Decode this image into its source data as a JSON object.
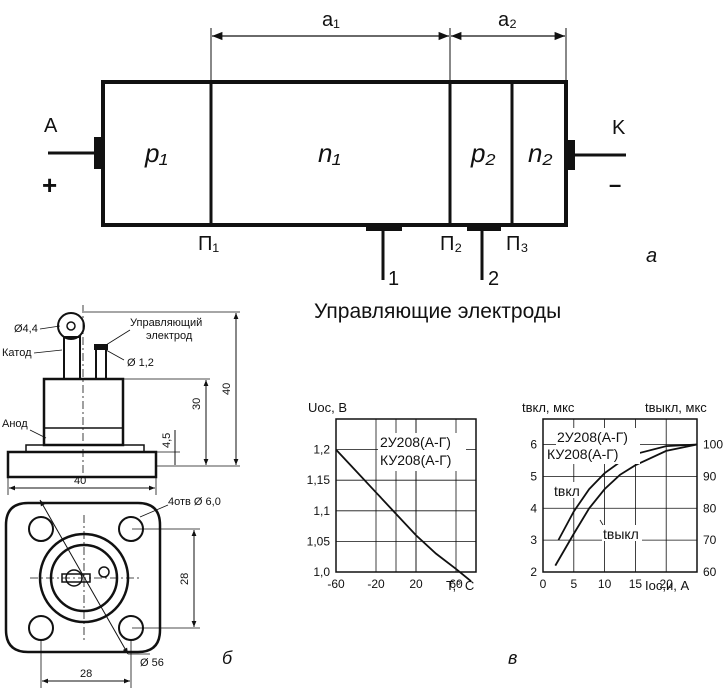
{
  "structure": {
    "dim_a1": "a₁",
    "dim_a2": "a₂",
    "anode": "A",
    "cathode": "K",
    "plus": "+",
    "minus": "–",
    "regions": [
      "p₁",
      "n₁",
      "p₂",
      "n₂"
    ],
    "junctions": [
      "П₁",
      "П₂",
      "П₃"
    ],
    "gate1": "1",
    "gate2": "2",
    "gates_caption": "Управляющие электроды",
    "panel_label": "а"
  },
  "package": {
    "dia_hole": "Ø4,4",
    "cathode_label": "Катод",
    "control_label_1": "Управляющий",
    "control_label_2": "электрод",
    "dia_pin": "Ø 1,2",
    "anode_label": "Анод",
    "dim_30": "30",
    "dim_40_v": "40",
    "dim_4_5": "4,5",
    "dim_40_h": "40",
    "holes_label": "4отв Ø 6,0",
    "dim_28_v": "28",
    "dim_28_h": "28",
    "dia_56": "Ø 56",
    "panel_label": "б"
  },
  "chart_left": {
    "ylabel": "Uос, В",
    "series_label_1": "2У208(А-Г)",
    "series_label_2": "КУ208(А-Г)",
    "xlabel": "Т,° С"
  },
  "chart_right": {
    "ylabel_left": "tвкл, мкс",
    "ylabel_right": "tвыкл, мкс",
    "series_label_1": "2У208(А-Г)",
    "series_label_2": "КУ208(А-Г)",
    "curve_on": "tвкл",
    "curve_off": "tвыкл",
    "xlabel": "Iос,и, А"
  },
  "panel_label_v": "в",
  "chart_data": [
    {
      "type": "line",
      "x": [
        -60,
        -40,
        -20,
        0,
        20,
        40,
        60,
        75
      ],
      "series": [
        {
          "values": [
            1.2,
            1.165,
            1.13,
            1.095,
            1.06,
            1.03,
            1.005,
            0.985
          ]
        }
      ],
      "xticks": [
        "-60",
        "-20",
        "20",
        "60"
      ],
      "yticks": [
        "1,0",
        "1,05",
        "1,1",
        "1,15",
        "1,2"
      ],
      "xlim": [
        -60,
        80
      ],
      "ylim": [
        1.0,
        1.25
      ],
      "grid": true
    },
    {
      "type": "line",
      "x_on": [
        2.5,
        5,
        7.5,
        10,
        12.5,
        15,
        20,
        25
      ],
      "x_off": [
        2,
        5,
        7.5,
        10,
        12.5,
        15,
        20,
        25
      ],
      "series": [
        {
          "name": "tвкл",
          "axis": "left",
          "values": [
            3.0,
            3.9,
            4.6,
            5.1,
            5.45,
            5.7,
            5.95,
            6.0
          ]
        },
        {
          "name": "tвыкл",
          "axis": "right",
          "values": [
            62,
            72,
            80,
            86,
            90.5,
            93.5,
            98,
            100
          ]
        }
      ],
      "xticks": [
        "0",
        "5",
        "10",
        "15",
        "20"
      ],
      "yticks_left": [
        "2",
        "3",
        "4",
        "5",
        "6"
      ],
      "yticks_right": [
        "60",
        "70",
        "80",
        "90",
        "100"
      ],
      "xlim": [
        0,
        25
      ],
      "ylim_left": [
        2,
        6.8
      ],
      "ylim_right": [
        60,
        108
      ],
      "grid": true
    }
  ]
}
